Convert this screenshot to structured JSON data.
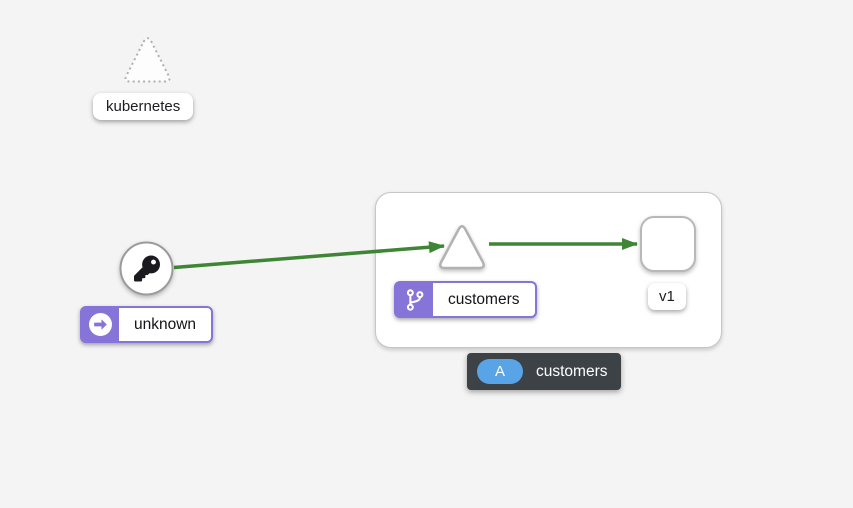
{
  "canvas": {
    "background": "#f4f4f4"
  },
  "colors": {
    "accent_purple": "#8774d9",
    "edge_green": "#3e8635",
    "node_border_gray": "#b4b4b7",
    "tooltip_background": "#3d4247",
    "tooltip_badge_blue": "#59a3e7"
  },
  "nodes": {
    "cluster": {
      "label": "kubernetes",
      "shape": "dashed-triangle"
    },
    "unknown": {
      "label": "unknown",
      "shape": "circle",
      "node_icon": "key-icon",
      "badge_icon": "arrow-right-circle-icon"
    },
    "app": {
      "label": "customers",
      "shape": "triangle",
      "badge_icon": "code-branch-icon"
    },
    "version": {
      "label": "v1",
      "shape": "rounded-square"
    }
  },
  "edges": [
    {
      "from": "unknown",
      "to": "customers",
      "status_color": "#3e8635",
      "direction": "right"
    },
    {
      "from": "customers",
      "to": "v1",
      "status_color": "#3e8635",
      "direction": "right"
    }
  ],
  "tooltip": {
    "badge": "A",
    "label": "customers"
  }
}
